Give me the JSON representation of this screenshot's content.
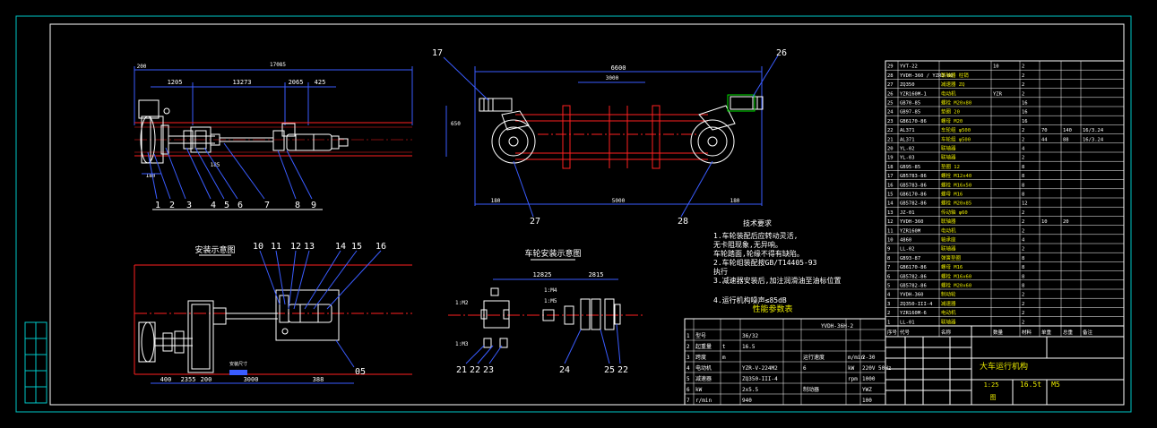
{
  "colors": {
    "frame": "#00c8c8",
    "line": "#ffffff",
    "beam": "#ff2020",
    "dim": "#3a5cff",
    "center": "#ff2020",
    "note": "#ffffff",
    "title": "#e8e800",
    "green": "#00e000"
  },
  "top_left_view": {
    "overall_dim": "17085",
    "dims": [
      "1205",
      "13273",
      "2065",
      "425"
    ],
    "left_dim": "200",
    "small_dims": [
      "180",
      "185"
    ],
    "balloons": [
      "1",
      "2",
      "3",
      "4",
      "5",
      "6",
      "7",
      "8",
      "9"
    ]
  },
  "top_right_view": {
    "overall_dim": "6600",
    "bottom_dim": "5000",
    "side_dims": [
      "180",
      "180"
    ],
    "inner_dims": [
      "3000",
      "650"
    ],
    "balloons": [
      "17",
      "26",
      "27",
      "28"
    ]
  },
  "bottom_left_view": {
    "section_title": "安装示意图",
    "balloons": [
      "10",
      "11",
      "12",
      "13",
      "14",
      "15",
      "16"
    ],
    "bottom_dims": [
      "400",
      "2355",
      "200",
      "3000",
      "388"
    ],
    "right_balloon": "05",
    "mid_label": "安装尺寸"
  },
  "bottom_mid_view": {
    "section_title": "车轮安装示意图",
    "dims": [
      "12825",
      "2815"
    ],
    "left_labels": [
      "1:M2",
      "1:M3"
    ],
    "mid_labels": [
      "1:M4",
      "1:M5"
    ],
    "balloons_left": [
      "21",
      "22",
      "23"
    ],
    "balloons_right": [
      "24",
      "25",
      "22"
    ]
  },
  "tech_notes": {
    "title": "技术要求",
    "lines": [
      "1.车轮装配后应转动灵活,",
      "  无卡阻现象,无异响。",
      "  车轮踏面,轮缘不得有缺陷。",
      "2.车轮组装配按GB/T14405-93",
      "  执行",
      "3.减速器安装后,加注润滑油至油标位置",
      "",
      "4.运行机构噪声≤85dB"
    ]
  },
  "perf_table": {
    "title": "性能参数表",
    "code": "YVDH-36H-2",
    "rows": [
      [
        "1",
        "型号",
        "",
        "36/32",
        "",
        "",
        "",
        "",
        ""
      ],
      [
        "2",
        "起重量",
        "t",
        "16.5",
        "",
        "",
        "",
        "",
        ""
      ],
      [
        "3",
        "跨度",
        "m",
        "",
        "",
        "运行速度",
        "m/min",
        "2-30"
      ],
      [
        "4",
        "电动机",
        "",
        "YZR-V-224M2",
        "",
        "6",
        "kW",
        "220V 50Hz"
      ],
      [
        "5",
        "减速器",
        "",
        "ZQ350-III-4",
        "",
        "",
        "rpm",
        "1000"
      ],
      [
        "6",
        "kW",
        "",
        "2x5.5",
        "",
        "制动器",
        "",
        "YWZ"
      ],
      [
        "7",
        "r/min",
        "",
        "940",
        "",
        "",
        "",
        "100"
      ]
    ]
  },
  "bom": {
    "rows": [
      [
        "29",
        "YVT-22",
        "",
        "10",
        "2",
        "",
        "",
        ""
      ],
      [
        "28",
        "YVDH-360 / YZR3-80",
        "联轴器 柱销",
        "",
        "2",
        "",
        "",
        ""
      ],
      [
        "27",
        "ZQ350",
        "减速器 ZQ",
        "",
        "2",
        "",
        "",
        ""
      ],
      [
        "26",
        "YZR160M-1",
        "电动机",
        "YZR",
        "2",
        "",
        "",
        ""
      ],
      [
        "25",
        "GB70-85",
        "螺栓 M20x80",
        "",
        "16",
        "",
        "",
        ""
      ],
      [
        "24",
        "GB97-85",
        "垫圈 20",
        "",
        "16",
        "",
        "",
        ""
      ],
      [
        "23",
        "GB6170-86",
        "螺母 M20",
        "",
        "16",
        "",
        "",
        ""
      ],
      [
        "22",
        "AL371",
        "车轮组 φ500",
        "",
        "2",
        "70",
        "140",
        "16/3.24"
      ],
      [
        "21",
        "AL371",
        "车轮组 φ500",
        "",
        "2",
        "44",
        "88",
        "16/3.24"
      ],
      [
        "20",
        "YL-02",
        "联轴器",
        "",
        "4",
        "",
        "",
        ""
      ],
      [
        "19",
        "YL-03",
        "联轴器",
        "",
        "2",
        "",
        "",
        ""
      ],
      [
        "18",
        "GB95-85",
        "垫圈 12",
        "",
        "8",
        "",
        "",
        ""
      ],
      [
        "17",
        "GB5783-86",
        "螺栓 M12x40",
        "",
        "8",
        "",
        "",
        ""
      ],
      [
        "16",
        "GB5783-86",
        "螺栓 M16x50",
        "",
        "8",
        "",
        "",
        ""
      ],
      [
        "15",
        "GB6170-86",
        "螺母 M16",
        "",
        "8",
        "",
        "",
        ""
      ],
      [
        "14",
        "GB5782-86",
        "螺栓 M20x85",
        "",
        "12",
        "",
        "",
        ""
      ],
      [
        "13",
        "JZ-01",
        "传动轴 φ60",
        "",
        "2",
        "",
        "",
        ""
      ],
      [
        "12",
        "YVDH-360",
        "联轴器",
        "",
        "2",
        "10",
        "20",
        ""
      ],
      [
        "11",
        "YZR160M",
        "电动机",
        "",
        "2",
        "",
        "",
        ""
      ],
      [
        "10",
        "4860",
        "轴承座",
        "",
        "4",
        "",
        "",
        ""
      ],
      [
        "9",
        "LL-02",
        "联轴器",
        "",
        "2",
        "",
        "",
        ""
      ],
      [
        "8",
        "GB93-87",
        "弹簧垫圈",
        "",
        "8",
        "",
        "",
        ""
      ],
      [
        "7",
        "GB6170-86",
        "螺母 M16",
        "",
        "8",
        "",
        "",
        ""
      ],
      [
        "6",
        "GB5782-86",
        "螺栓 M16x60",
        "",
        "8",
        "",
        "",
        ""
      ],
      [
        "5",
        "GB5782-86",
        "螺栓 M20x60",
        "",
        "8",
        "",
        "",
        ""
      ],
      [
        "4",
        "YVDH-360",
        "制动轮",
        "",
        "2",
        "",
        "",
        ""
      ],
      [
        "3",
        "ZQ350-III-4",
        "减速器",
        "",
        "2",
        "",
        "",
        ""
      ],
      [
        "2",
        "YZR160M-6",
        "电动机",
        "",
        "2",
        "",
        "",
        ""
      ],
      [
        "1",
        "LL-01",
        "联轴器",
        "",
        "2",
        "",
        "",
        ""
      ]
    ],
    "header": [
      "序号",
      "代号",
      "名称",
      "数量",
      "材料",
      "单重",
      "总重",
      "备注"
    ]
  },
  "title_block": {
    "name": "大车运行机构",
    "spec1": "16.5t",
    "spec2": "M5",
    "scale": "1:25",
    "sheet": "图"
  },
  "left_strip": [
    "",
    "",
    "",
    "",
    ""
  ]
}
